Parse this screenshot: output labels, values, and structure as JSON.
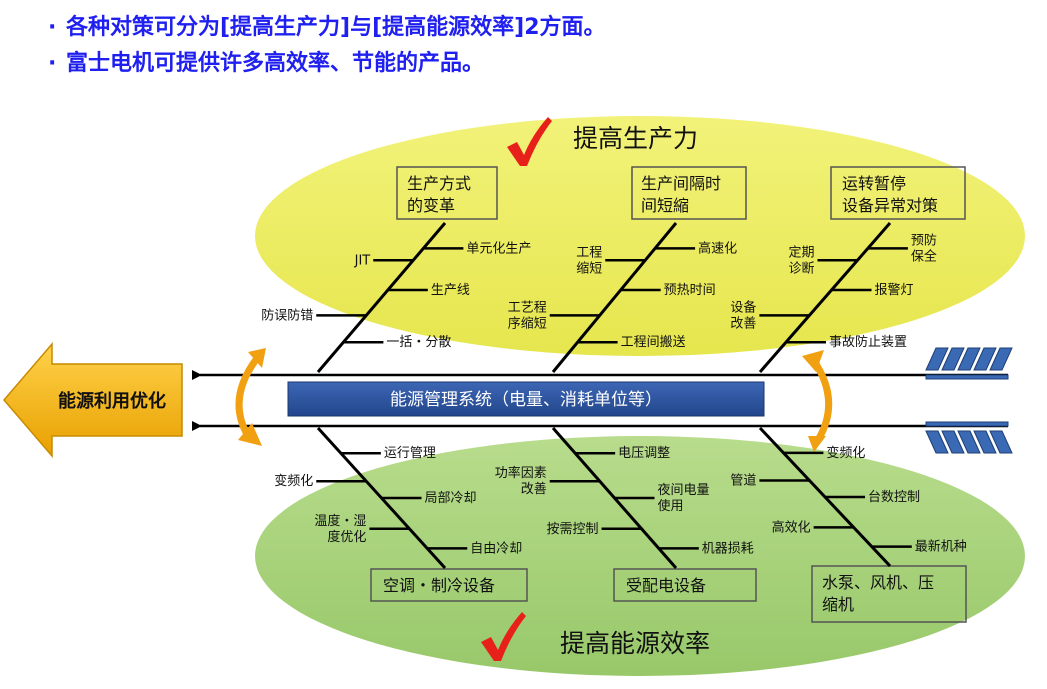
{
  "header": {
    "bullet_char": "·",
    "line1": "各种对策可分为[提高生产力]与[提高能源效率]2方面。",
    "line2": "富士电机可提供许多高效率、节能的产品。"
  },
  "colors": {
    "heading_blue": "#1f1ff0",
    "yellow_ellipse": "#eeee66",
    "green_ellipse": "#a8d47c",
    "spine_bar": "#2e56a0",
    "arrow_orange": "#f0a810",
    "check_red": "#e8201a",
    "tail_blue": "#3a6ab4"
  },
  "icons": {
    "check": "checkmark-icon",
    "left_arrow": "left-arrow-icon",
    "cycle": "cycle-arrow-icon"
  },
  "top": {
    "title": "提高生产力",
    "boxes": [
      {
        "lines": [
          "生产方式",
          "的变革"
        ]
      },
      {
        "lines": [
          "生产间隔时",
          "间短縮"
        ]
      },
      {
        "lines": [
          "运转暂停",
          "设备异常对策"
        ]
      }
    ],
    "bones": [
      {
        "labels": [
          {
            "lines": [
              "单元化生产"
            ]
          },
          {
            "lines": [
              "JIT"
            ]
          },
          {
            "lines": [
              "生产线"
            ]
          },
          {
            "lines": [
              "防误防错"
            ]
          },
          {
            "lines": [
              "一括・分散"
            ]
          }
        ]
      },
      {
        "labels": [
          {
            "lines": [
              "高速化"
            ]
          },
          {
            "lines": [
              "工程",
              "缩短"
            ]
          },
          {
            "lines": [
              "预热时间"
            ]
          },
          {
            "lines": [
              "工艺程",
              "序缩短"
            ]
          },
          {
            "lines": [
              "工程间搬送"
            ]
          }
        ]
      },
      {
        "labels": [
          {
            "lines": [
              "预防",
              "保全"
            ]
          },
          {
            "lines": [
              "定期",
              "诊断"
            ]
          },
          {
            "lines": [
              "报警灯"
            ]
          },
          {
            "lines": [
              "设备",
              "改善"
            ]
          },
          {
            "lines": [
              "事故防止装置"
            ]
          }
        ]
      }
    ]
  },
  "center": {
    "arrow_label": "能源利用优化",
    "bar_label": "能源管理系统（电量、消耗单位等）"
  },
  "bottom": {
    "title": "提高能源效率",
    "boxes": [
      {
        "lines": [
          "空调・制冷设备"
        ]
      },
      {
        "lines": [
          "受配电设备"
        ]
      },
      {
        "lines": [
          "水泵、风机、压",
          "缩机"
        ]
      }
    ],
    "bones": [
      {
        "labels": [
          {
            "lines": [
              "运行管理"
            ]
          },
          {
            "lines": [
              "变频化"
            ]
          },
          {
            "lines": [
              "局部冷却"
            ]
          },
          {
            "lines": [
              "温度・湿",
              "度优化"
            ]
          },
          {
            "lines": [
              "自由冷却"
            ]
          }
        ]
      },
      {
        "labels": [
          {
            "lines": [
              "电压调整"
            ]
          },
          {
            "lines": [
              "功率因素",
              "改善"
            ]
          },
          {
            "lines": [
              "夜间电量",
              "使用"
            ]
          },
          {
            "lines": [
              "按需控制"
            ]
          },
          {
            "lines": [
              "机器损耗"
            ]
          }
        ]
      },
      {
        "labels": [
          {
            "lines": [
              "变频化"
            ]
          },
          {
            "lines": [
              "管道"
            ]
          },
          {
            "lines": [
              "台数控制"
            ]
          },
          {
            "lines": [
              "高效化"
            ]
          },
          {
            "lines": [
              "最新机种"
            ]
          }
        ]
      }
    ]
  }
}
